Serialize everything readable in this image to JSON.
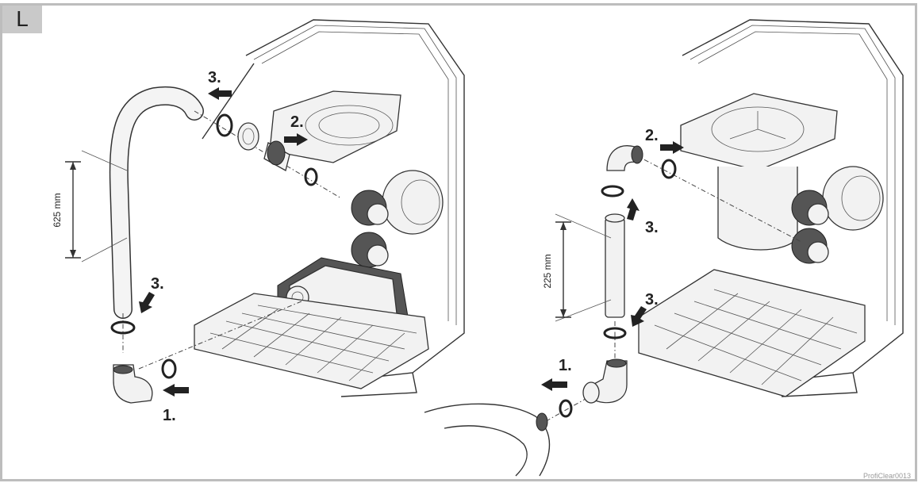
{
  "panel_label": "L",
  "steps": {
    "left_step3_top": "3.",
    "left_step2": "2.",
    "left_step3_mid": "3.",
    "left_step1": "1.",
    "right_step2": "2.",
    "right_step3_mid": "3.",
    "right_step3_low": "3.",
    "right_step1": "1."
  },
  "dimensions": {
    "left_hose": "625 mm",
    "right_pipe": "225 mm"
  },
  "image_ref": "ProfiClear0013"
}
